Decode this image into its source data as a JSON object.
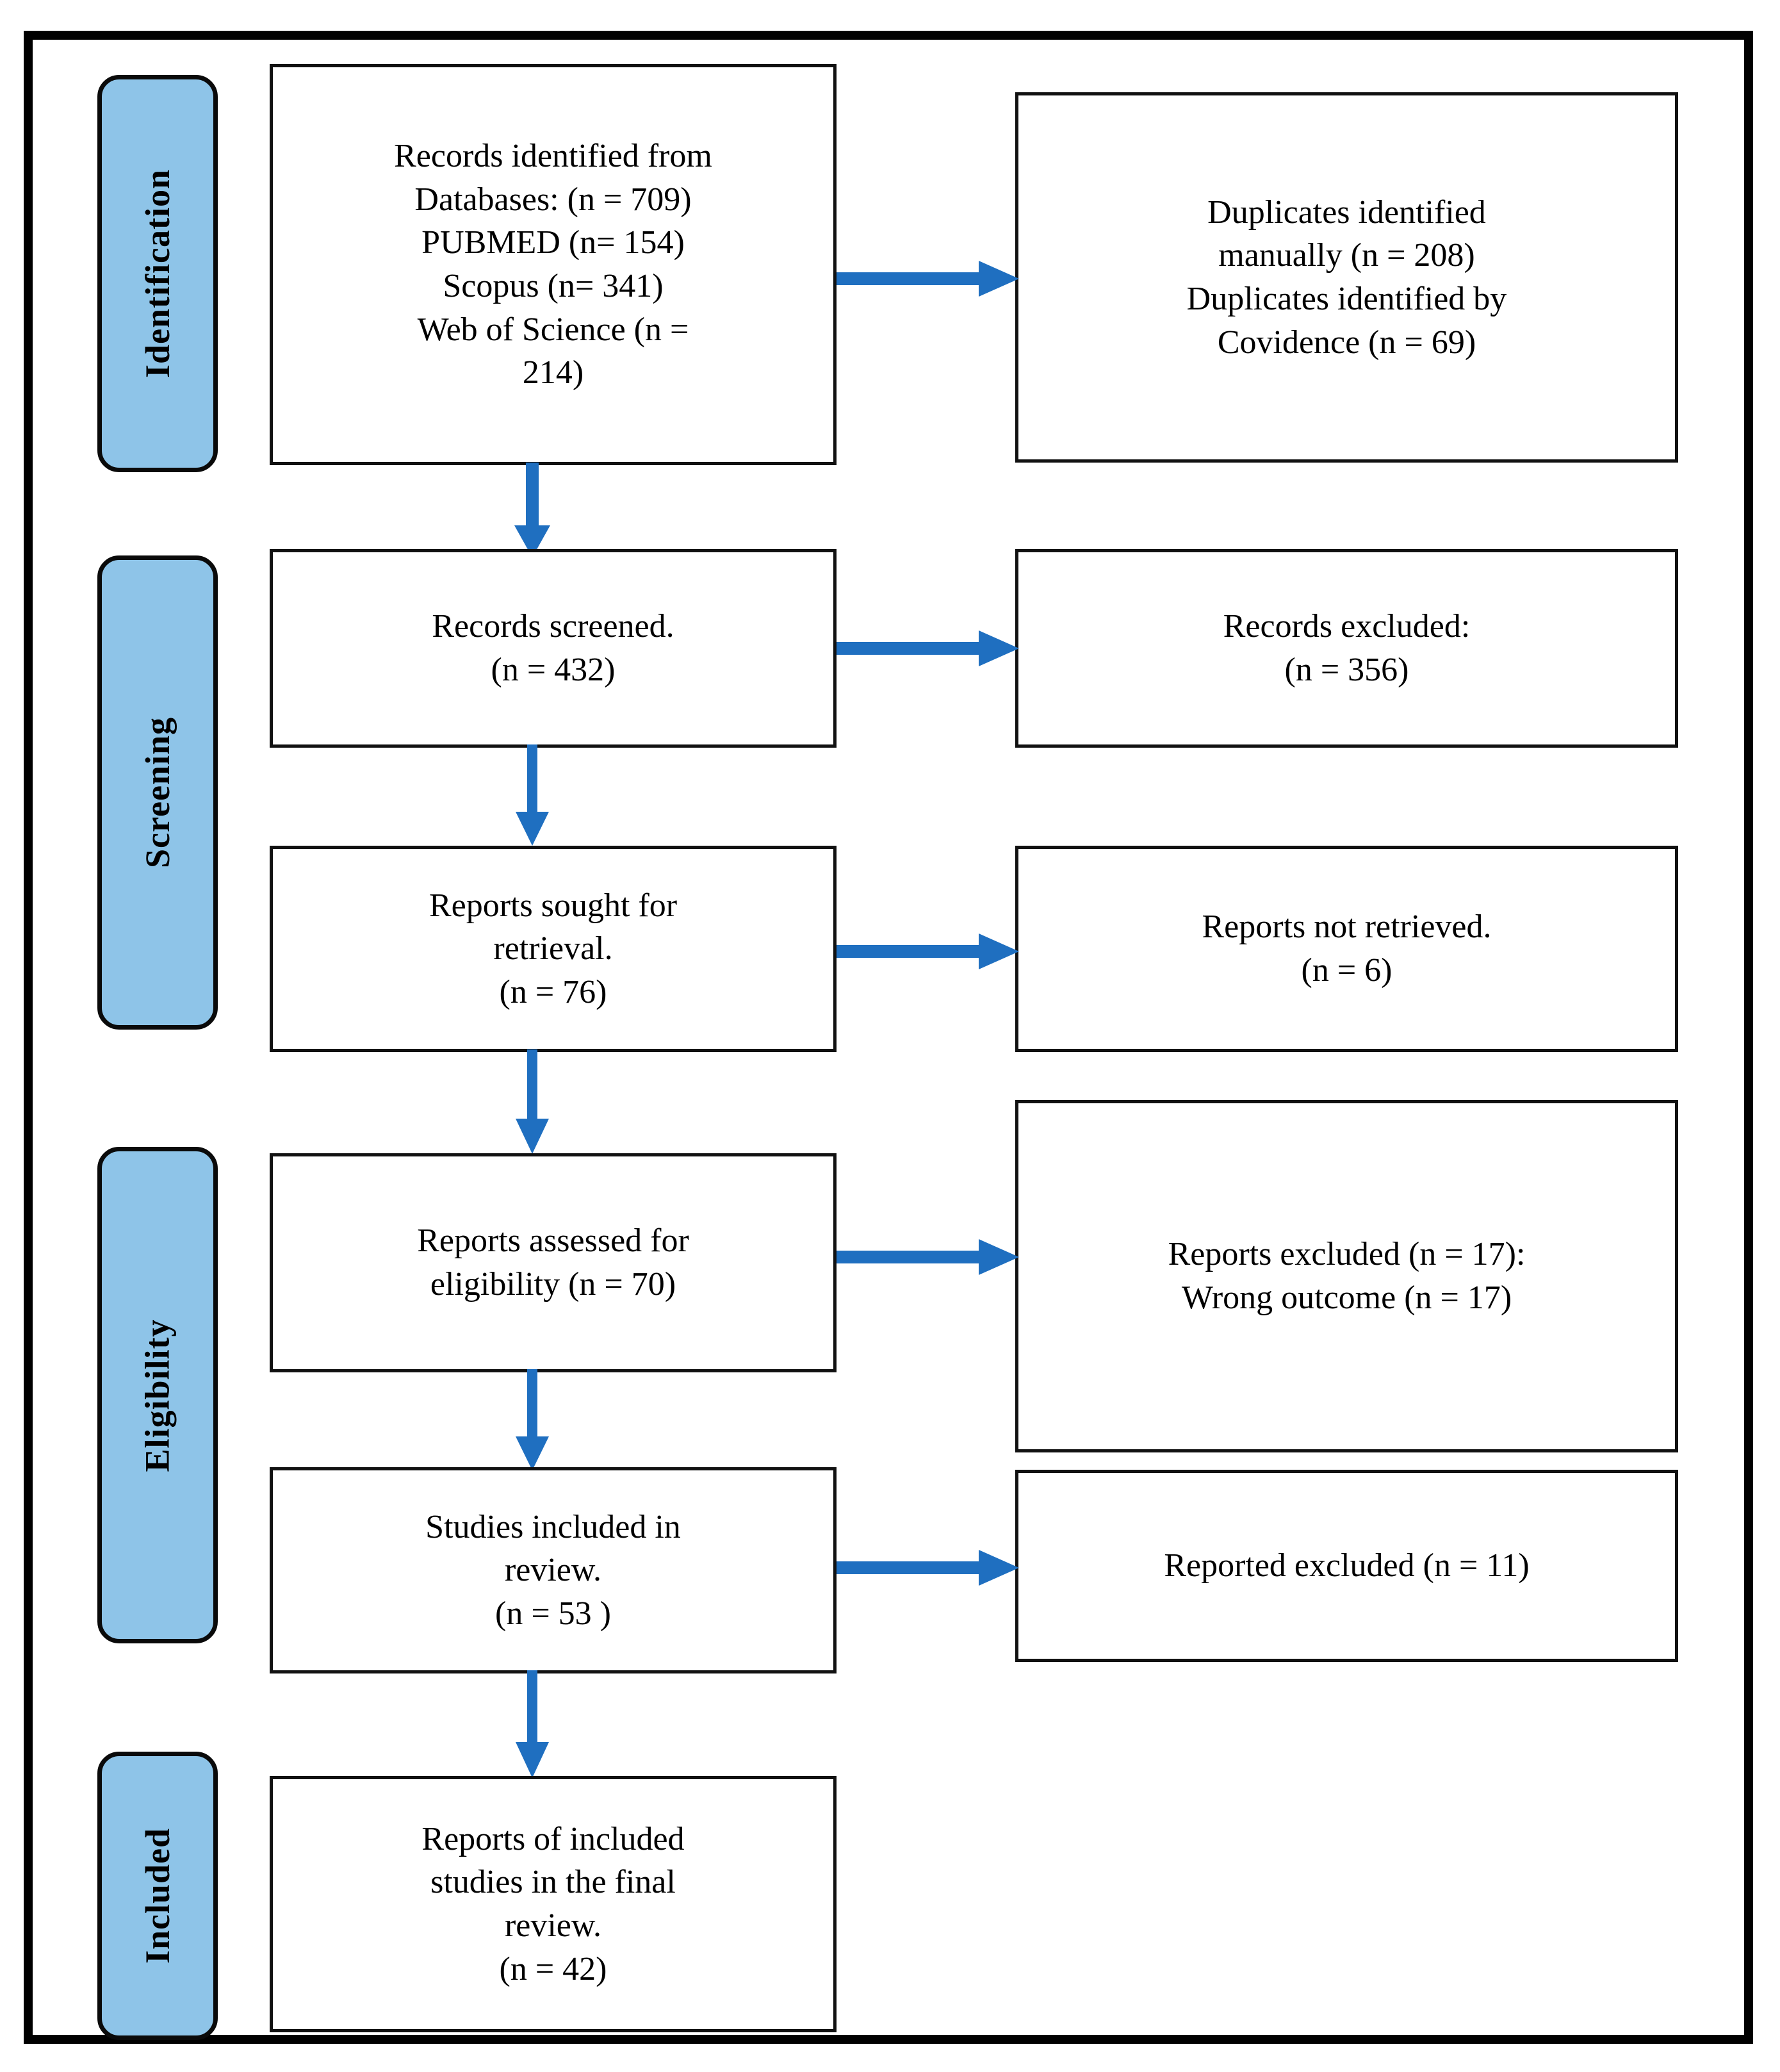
{
  "diagram": {
    "title": "PRISMA flow diagram",
    "accent_blue": "#1F6FC0",
    "stage_fill": "#8EC4E8",
    "frame_color": "#000000",
    "box_border_color": "#111111"
  },
  "stages": [
    {
      "id": "identification",
      "label": "Identification"
    },
    {
      "id": "screening",
      "label": "Screening"
    },
    {
      "id": "eligibility",
      "label": "Eligibility"
    },
    {
      "id": "included",
      "label": "Included"
    }
  ],
  "boxes": {
    "records_identified": {
      "text": "Records identified from\nDatabases: (n = 709)\nPUBMED (n= 154)\nScopus (n= 341)\nWeb of Science (n =\n214)"
    },
    "duplicates_identified": {
      "text": "Duplicates identified\nmanually (n = 208)\nDuplicates identified by\nCovidence (n = 69)"
    },
    "records_screened": {
      "text": "Records screened.\n(n = 432)"
    },
    "records_excluded": {
      "text": "Records excluded:\n(n = 356)"
    },
    "reports_sought": {
      "text": "Reports sought for\nretrieval.\n(n = 76)"
    },
    "reports_not_retrieved": {
      "text": "Reports not retrieved.\n(n = 6)"
    },
    "reports_assessed": {
      "text": "Reports assessed for\neligibility (n = 70)"
    },
    "reports_excluded": {
      "text": "Reports excluded (n = 17):\nWrong outcome (n = 17)"
    },
    "studies_included": {
      "text": "Studies included in\nreview.\n(n = 53 )"
    },
    "reported_excluded": {
      "text": "Reported excluded (n = 11)"
    },
    "reports_final": {
      "text": "Reports of included\nstudies in the final\nreview.\n(n = 42)"
    }
  },
  "chart_data": {
    "type": "diagram",
    "title": "PRISMA flow diagram",
    "stages": [
      "Identification",
      "Screening",
      "Eligibility",
      "Included"
    ],
    "nodes": [
      {
        "id": "records_identified",
        "stage": "Identification",
        "column": "main",
        "n": 709,
        "breakdown": {
          "PUBMED": 154,
          "Scopus": 341,
          "Web of Science": 214
        }
      },
      {
        "id": "duplicates_identified",
        "stage": "Identification",
        "column": "exclusion",
        "manual": 208,
        "covidence": 69
      },
      {
        "id": "records_screened",
        "stage": "Screening",
        "column": "main",
        "n": 432
      },
      {
        "id": "records_excluded",
        "stage": "Screening",
        "column": "exclusion",
        "n": 356
      },
      {
        "id": "reports_sought",
        "stage": "Screening",
        "column": "main",
        "n": 76
      },
      {
        "id": "reports_not_retrieved",
        "stage": "Screening",
        "column": "exclusion",
        "n": 6
      },
      {
        "id": "reports_assessed",
        "stage": "Eligibility",
        "column": "main",
        "n": 70
      },
      {
        "id": "reports_excluded",
        "stage": "Eligibility",
        "column": "exclusion",
        "n": 17,
        "reasons": {
          "Wrong outcome": 17
        }
      },
      {
        "id": "studies_included",
        "stage": "Eligibility",
        "column": "main",
        "n": 53
      },
      {
        "id": "reported_excluded",
        "stage": "Eligibility",
        "column": "exclusion",
        "n": 11
      },
      {
        "id": "reports_final",
        "stage": "Included",
        "column": "main",
        "n": 42
      }
    ],
    "edges": [
      {
        "from": "records_identified",
        "to": "duplicates_identified",
        "direction": "right"
      },
      {
        "from": "records_identified",
        "to": "records_screened",
        "direction": "down"
      },
      {
        "from": "records_screened",
        "to": "records_excluded",
        "direction": "right"
      },
      {
        "from": "records_screened",
        "to": "reports_sought",
        "direction": "down"
      },
      {
        "from": "reports_sought",
        "to": "reports_not_retrieved",
        "direction": "right"
      },
      {
        "from": "reports_sought",
        "to": "reports_assessed",
        "direction": "down"
      },
      {
        "from": "reports_assessed",
        "to": "reports_excluded",
        "direction": "right"
      },
      {
        "from": "reports_assessed",
        "to": "studies_included",
        "direction": "down"
      },
      {
        "from": "studies_included",
        "to": "reported_excluded",
        "direction": "right"
      },
      {
        "from": "studies_included",
        "to": "reports_final",
        "direction": "down"
      }
    ]
  }
}
